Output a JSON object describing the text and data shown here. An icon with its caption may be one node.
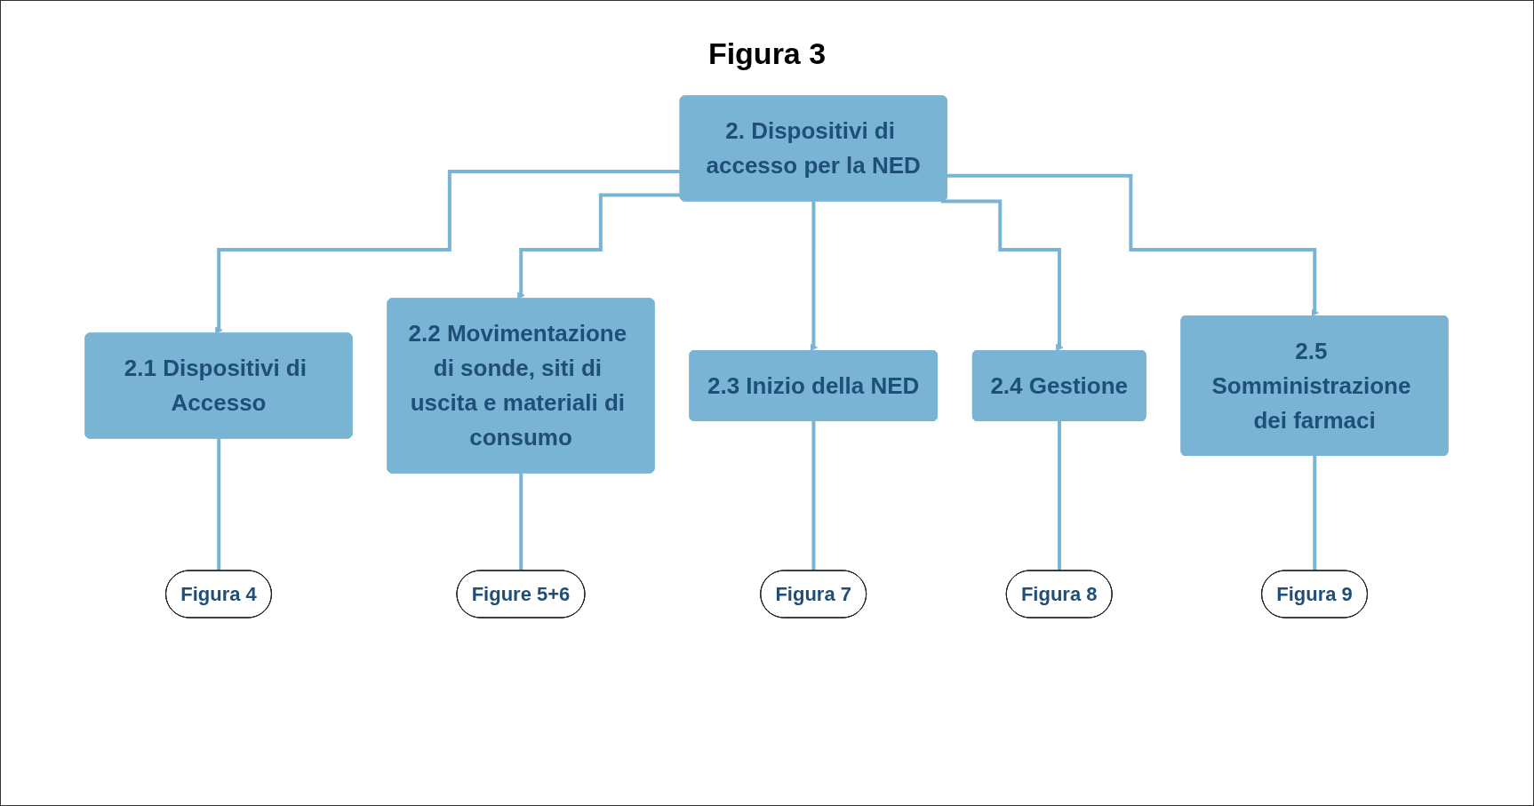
{
  "diagram": {
    "title": "Figura 3",
    "nodes": [
      {
        "text": [
          "2. Dispositivi di accesso per la NED"
        ]
      },
      {
        "text": [
          "2.1 Dispositivi di Accesso"
        ]
      },
      {
        "text": [
          "2.2 Movimentazione di sonde, siti di uscita e materiali di consumo"
        ]
      },
      {
        "text": [
          "2.3 Inizio della NED"
        ]
      },
      {
        "text": [
          "2.4 Gestione"
        ]
      },
      {
        "text": [
          "2.5 Somministrazione dei farmaci"
        ]
      },
      {
        "text": [
          "Figura 4"
        ]
      },
      {
        "text": [
          "Figure 5+6"
        ]
      },
      {
        "text": [
          "Figura 7"
        ]
      },
      {
        "text": [
          "Figura 8"
        ]
      },
      {
        "text": [
          "Figura 9"
        ]
      }
    ],
    "edges": [
      {
        "from": 0,
        "to": 1,
        "arrow": "to"
      },
      {
        "from": 0,
        "to": 2,
        "arrow": "to"
      },
      {
        "from": 0,
        "to": 3,
        "arrow": "to"
      },
      {
        "from": 0,
        "to": 4,
        "arrow": "to"
      },
      {
        "from": 0,
        "to": 5,
        "arrow": "to"
      },
      {
        "from": 1,
        "to": 6,
        "arrow": "none"
      },
      {
        "from": 2,
        "to": 7,
        "arrow": "none"
      },
      {
        "from": 3,
        "to": 8,
        "arrow": "none"
      },
      {
        "from": 4,
        "to": 9,
        "arrow": "none"
      },
      {
        "from": 5,
        "to": 10,
        "arrow": "none"
      }
    ]
  }
}
